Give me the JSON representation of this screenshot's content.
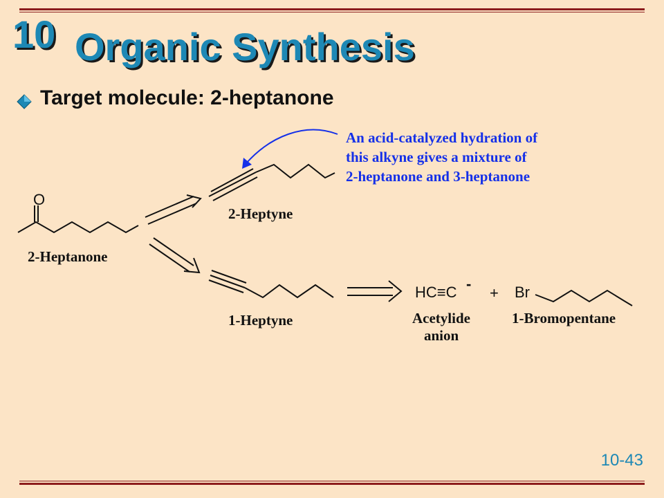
{
  "slide": {
    "chapter": "10",
    "title": "Organic Synthesis",
    "bullet": "Target molecule:  2-heptanone",
    "page_number": "10-43"
  },
  "diagram": {
    "target_label": "2-Heptanone",
    "target_oxygen": "O",
    "route1_label": "2-Heptyne",
    "route2_label": "1-Heptyne",
    "note_lines": [
      "An acid-catalyzed hydration of",
      "this alkyne gives a mixture of",
      "2-heptanone and 3-heptanone"
    ],
    "acetylide_formula": "HC≡C",
    "acetylide_charge": "-",
    "plus": "+",
    "bromine": "Br",
    "acetylide_label_line1": "Acetylide",
    "acetylide_label_line2": "anion",
    "bromopentane_label": "1-Bromopentane"
  },
  "colors": {
    "background": "#fce4c6",
    "title_blue": "#1d88b5",
    "rule_red": "#8c1c1c",
    "note_blue": "#1530e8"
  },
  "icons": {
    "bullet": "diamond-bullet-icon"
  }
}
